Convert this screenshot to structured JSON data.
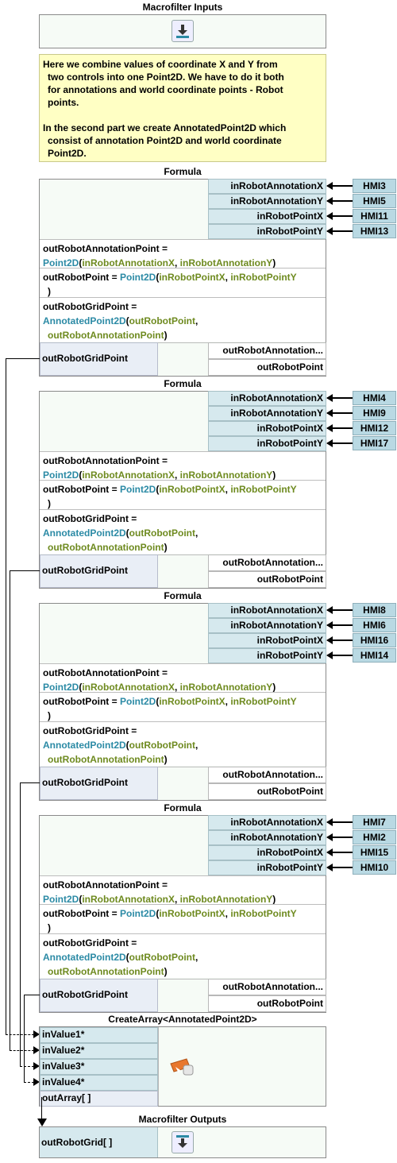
{
  "inputs": {
    "title": "Macrofilter Inputs"
  },
  "comment": {
    "line1": "Here we combine values of coordinate X and Y from",
    "line2": "two controls into one Point2D. We have to do it both",
    "line3": "for annotations and world coordinate points - Robot",
    "line4": "points.",
    "line5": "In the second part we create AnnotatedPoint2D which",
    "line6": "consist of annotation Point2D and world coordinate",
    "line7": "Point2D."
  },
  "formula": {
    "title": "Formula",
    "ports": [
      "inRobotAnnotationX",
      "inRobotAnnotationY",
      "inRobotPointX",
      "inRobotPointY"
    ],
    "row1": {
      "lhs": "outRobotAnnotationPoint =",
      "fn": "Point2D",
      "open": "(",
      "a1": "inRobotAnnotationX",
      "sep": ", ",
      "a2": "inRobotAnnotationY",
      "close": ")"
    },
    "row2": {
      "lhs": "outRobotPoint = ",
      "fn": "Point2D",
      "open": "(",
      "a1": "inRobotPointX",
      "sep": ", ",
      "a2": "inRobotPointY",
      "close": ")"
    },
    "row3": {
      "lhs": "outRobotGridPoint =",
      "fn": "AnnotatedPoint2D",
      "open": "(",
      "a1": "outRobotPoint",
      "sep": ",",
      "a2": "outRobotAnnotationPoint",
      "close": ")"
    },
    "out_main": "outRobotGridPoint",
    "out_a": "outRobotAnnotation...",
    "out_b": "outRobotPoint"
  },
  "hmi_groups": [
    [
      "HMI3",
      "HMI5",
      "HMI11",
      "HMI13"
    ],
    [
      "HMI4",
      "HMI9",
      "HMI12",
      "HMI17"
    ],
    [
      "HMI8",
      "HMI6",
      "HMI16",
      "HMI14"
    ],
    [
      "HMI7",
      "HMI2",
      "HMI15",
      "HMI10"
    ]
  ],
  "create_array": {
    "title": "CreateArray<AnnotatedPoint2D>",
    "in1": "inValue1*",
    "in2": "inValue2*",
    "in3": "inValue3*",
    "in4": "inValue4*",
    "out": "outArray[ ]"
  },
  "outputs": {
    "title": "Macrofilter Outputs",
    "port": "outRobotGrid[ ]"
  },
  "colors": {
    "function": "#2b8aa5",
    "argument": "#6e8a1f",
    "port": "#d6e9ee",
    "hmi": "#b9d9e3",
    "comment": "#ffffc4"
  }
}
